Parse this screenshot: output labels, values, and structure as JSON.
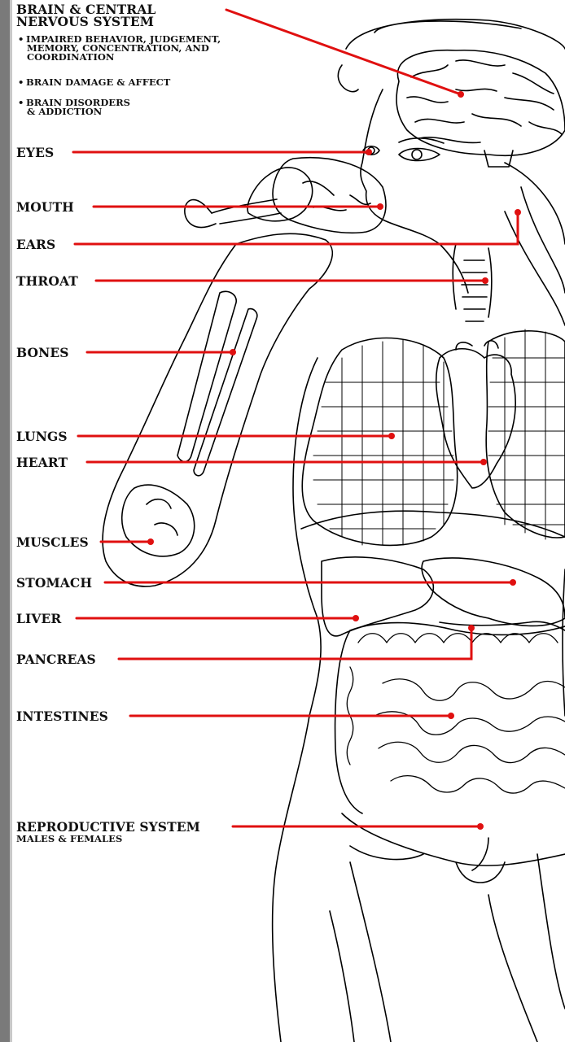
{
  "heading": {
    "line1": "BRAIN & CENTRAL",
    "line2": "NERVOUS SYSTEM",
    "bullets": [
      {
        "lines": [
          "IMPAIRED BEHAVIOR, JUDGEMENT,",
          "MEMORY, CONCENTRATION, AND",
          "COORDINATION"
        ]
      },
      {
        "lines": [
          "BRAIN DAMAGE & AFFECT"
        ]
      },
      {
        "lines": [
          "BRAIN DISORDERS",
          "& ADDICTION"
        ]
      }
    ]
  },
  "labels": {
    "eyes": "EYES",
    "mouth": "MOUTH",
    "ears": "EARS",
    "throat": "THROAT",
    "bones": "BONES",
    "lungs": "LUNGS",
    "heart": "HEART",
    "muscles": "MUSCLES",
    "stomach": "STOMACH",
    "liver": "LIVER",
    "pancreas": "PANCREAS",
    "intestines": "INTESTINES",
    "reproductive": "REPRODUCTIVE SYSTEM",
    "reproductive_sub": "MALES & FEMALES"
  },
  "colors": {
    "leader_line": "#e01010",
    "outline": "#000000",
    "background": "#ffffff",
    "sidebar": "#7a7a7a"
  }
}
